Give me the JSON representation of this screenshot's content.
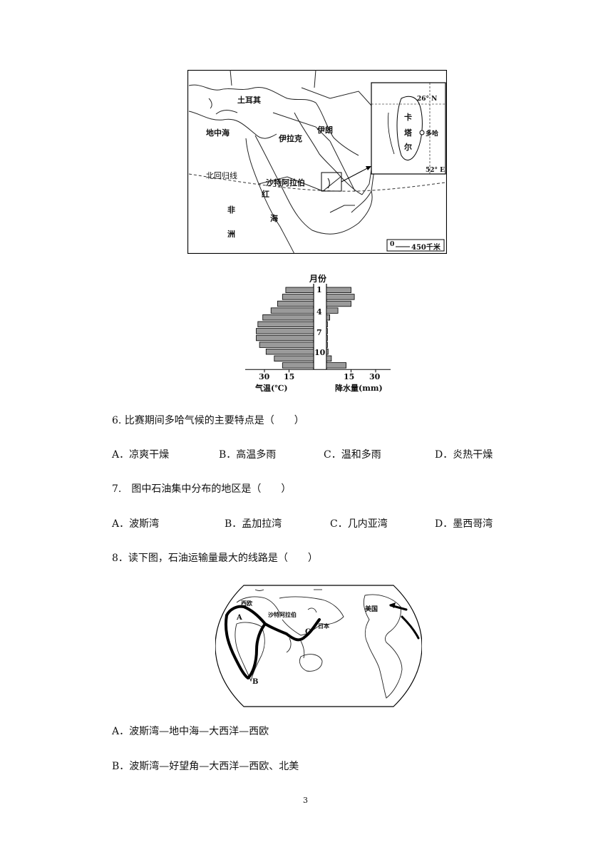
{
  "map1": {
    "labels": {
      "turkey": "土耳其",
      "mediterranean": "地中海",
      "iraq": "伊拉克",
      "iran": "伊朗",
      "tropic": "北回归线",
      "saudi": "沙特阿拉伯",
      "red": "红",
      "sea": "海",
      "africa_1": "非",
      "africa_2": "洲",
      "inset_lat": "26° N",
      "inset_lon": "52° E",
      "qatar_1": "卡",
      "qatar_2": "塔",
      "qatar_3": "尔",
      "doha": "多哈",
      "scale_zero": "0",
      "scale_value": "450千米"
    }
  },
  "climate_chart": {
    "title": "月份",
    "month_labels": [
      "1",
      "4",
      "7",
      "10"
    ],
    "temp_ticks": [
      "30",
      "15"
    ],
    "precip_ticks": [
      "15",
      "30"
    ],
    "temp_label": "气温(℃)",
    "precip_label": "降水量(mm)"
  },
  "chart_data": {
    "type": "bar",
    "categories": [
      "1",
      "2",
      "3",
      "4",
      "5",
      "6",
      "7",
      "8",
      "9",
      "10",
      "11",
      "12"
    ],
    "series": [
      {
        "values": [
          17,
          19,
          22,
          26,
          31,
          34,
          35,
          35,
          33,
          29,
          24,
          19
        ]
      },
      {
        "values": [
          15,
          17,
          15,
          7,
          2,
          0,
          0,
          0,
          0,
          1,
          3,
          12
        ]
      }
    ],
    "xlabel": "气温(℃)",
    "ylabel": "月份"
  },
  "questions": [
    {
      "stem": "6. 比赛期间多哈气候的主要特点是（　　）",
      "options": [
        "A．凉爽干燥",
        "B．高温多雨",
        "C．温和多雨",
        "D．炎热干燥"
      ]
    },
    {
      "stem": "7.　图中石油集中分布的地区是（　　）",
      "options": [
        "A．波斯湾",
        "B．孟加拉湾",
        "C．几内亚湾",
        "D．墨西哥湾"
      ]
    },
    {
      "stem": "8．读下图，石油运输量最大的线路是（　　）",
      "options": [
        "A．波斯湾—地中海—大西洋—西欧",
        "B．波斯湾—好望角—大西洋—西欧、北美"
      ]
    }
  ],
  "map2": {
    "labels": {
      "west_europe": "西欧",
      "saudi": "沙特阿拉伯",
      "japan": "日本",
      "usa": "美国",
      "route_a": "A",
      "route_b": "B",
      "route_c": "C"
    }
  },
  "page_number": "3"
}
